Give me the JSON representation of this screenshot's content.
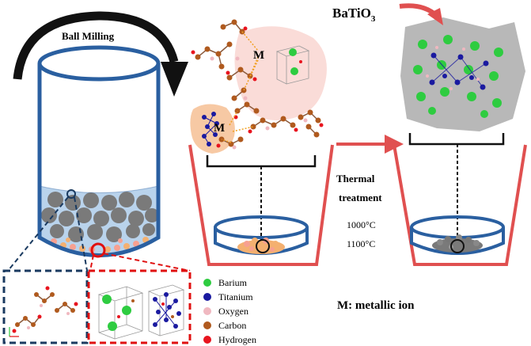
{
  "labels": {
    "ball_milling": "Ball Milling",
    "batio3_base": "BaTiO",
    "batio3_sub": "3",
    "m_label_1": "M",
    "m_label_2": "M",
    "thermal_line1": "Thermal",
    "thermal_line2": "treatment",
    "temp1": "1000°C",
    "temp2": "1100°C",
    "metallic_ion": "M: metallic ion"
  },
  "legend": [
    {
      "label": "Barium",
      "color": "#2ecc40"
    },
    {
      "label": "Titanium",
      "color": "#1a1aa0"
    },
    {
      "label": "Oxygen",
      "color": "#f0b8c0"
    },
    {
      "label": "Carbon",
      "color": "#b05a1e"
    },
    {
      "label": "Hydrogen",
      "color": "#e8141e"
    }
  ],
  "colors": {
    "jar_blue": "#2a5fa0",
    "liquid": "#b9d3ec",
    "ball_gray": "#7a7a7a",
    "crucible_red": "#e05050",
    "arrow_red": "#e05050",
    "zoom_navy": "#1a3a60",
    "zoom_red": "#e01010",
    "batio3_particle": "#b8b8b8",
    "cloud_pink": "#fadcd8",
    "cloud_orange": "#f7c9a4"
  }
}
